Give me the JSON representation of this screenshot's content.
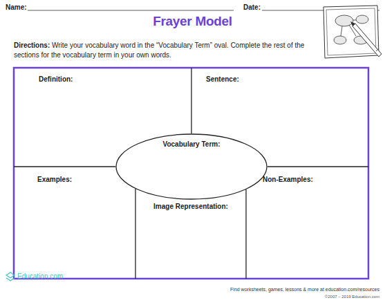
{
  "diagram": {
    "title": "Frayer Model",
    "nodes": [
      {
        "text": [
          "Definition:"
        ]
      },
      {
        "text": [
          "Sentence:"
        ]
      },
      {
        "text": [
          "Vocabulary Term:"
        ]
      },
      {
        "text": [
          "Examples:"
        ]
      },
      {
        "text": [
          "Non-Examples:"
        ]
      },
      {
        "text": [
          "Image Representation:"
        ]
      }
    ],
    "labels": [
      "Name:",
      "Date:",
      "Directions:",
      "Write your vocabulary word in the “Vocabulary Term” oval. Complete the rest of the sections for the vocabulary term in your own words.",
      "Education.com",
      "Find worksheets, games, lessons & more at education.com/resources",
      "©2007 – 2019 Education.com"
    ]
  }
}
